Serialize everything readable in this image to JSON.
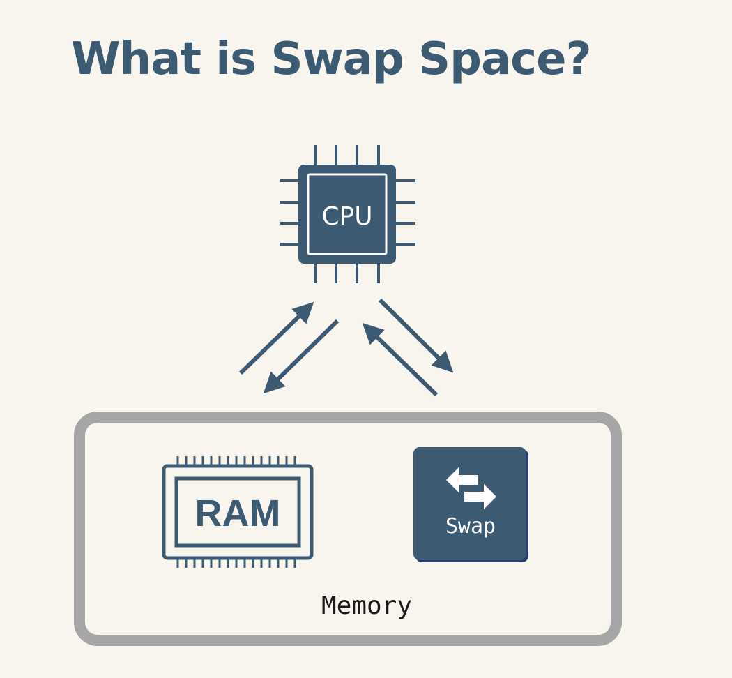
{
  "title": "What is Swap Space?",
  "cpu": {
    "label": "CPU"
  },
  "ram": {
    "label": "RAM"
  },
  "swap": {
    "label": "Swap"
  },
  "memory": {
    "label": "Memory"
  },
  "colors": {
    "primary": "#3d5a73",
    "background": "#f8f5ee",
    "border": "#a6a6a6",
    "text": "#1a1a1a"
  },
  "icons": {
    "cpu": "cpu-chip-icon",
    "ram": "ram-module-icon",
    "swap": "swap-arrows-icon"
  }
}
